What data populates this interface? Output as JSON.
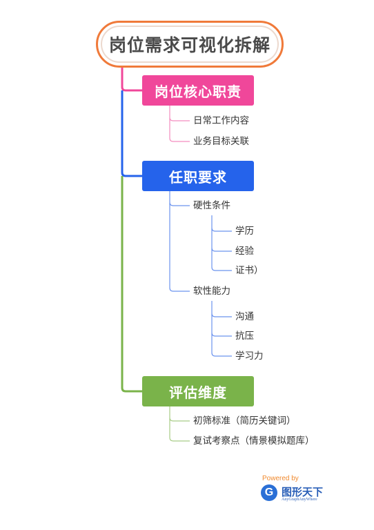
{
  "root": {
    "label": "岗位需求可视化拆解"
  },
  "branches": [
    {
      "label": "岗位核心职责",
      "color": "#f0479a",
      "children": [
        {
          "label": "日常工作内容"
        },
        {
          "label": "业务目标关联"
        }
      ]
    },
    {
      "label": "任职要求",
      "color": "#2563eb",
      "children": [
        {
          "label": "硬性条件",
          "children": [
            {
              "label": "学历"
            },
            {
              "label": "经验"
            },
            {
              "label": "证书）"
            }
          ]
        },
        {
          "label": "软性能力",
          "children": [
            {
              "label": "沟通"
            },
            {
              "label": "抗压"
            },
            {
              "label": "学习力"
            }
          ]
        }
      ]
    },
    {
      "label": "评估维度",
      "color": "#7ab34a",
      "children": [
        {
          "label": "初筛标准（简历关键词）"
        },
        {
          "label": "复试考察点（情景模拟题库）"
        }
      ]
    }
  ],
  "branding": {
    "powered_by": "Powered by",
    "logo_letter": "G",
    "name": "图形天下",
    "tagline": "AnyGraphAnyWhere"
  }
}
